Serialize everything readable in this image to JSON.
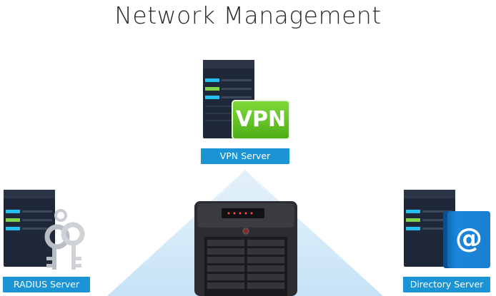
{
  "title": "Network Management",
  "nodes": {
    "vpn": {
      "label": "VPN Server",
      "badge_text": "VPN"
    },
    "radius": {
      "label": "RADIUS Server"
    },
    "directory": {
      "label": "Directory Server",
      "badge_text": "@"
    }
  },
  "icons": {
    "vpn": "server-rack-icon",
    "radius": "server-rack-icon",
    "keys": "keys-icon",
    "directory": "server-rack-icon",
    "address_book": "address-book-icon",
    "nas": "nas-device-icon"
  },
  "colors": {
    "label_bg": "#1b94d6",
    "vpn_badge": "#5bbf1e",
    "address_book": "#1a7fd0",
    "server_body": "#1f2838",
    "server_led_cyan": "#26c0f0",
    "server_led_green": "#7fd34a",
    "triangle": "#d3eaf8"
  }
}
